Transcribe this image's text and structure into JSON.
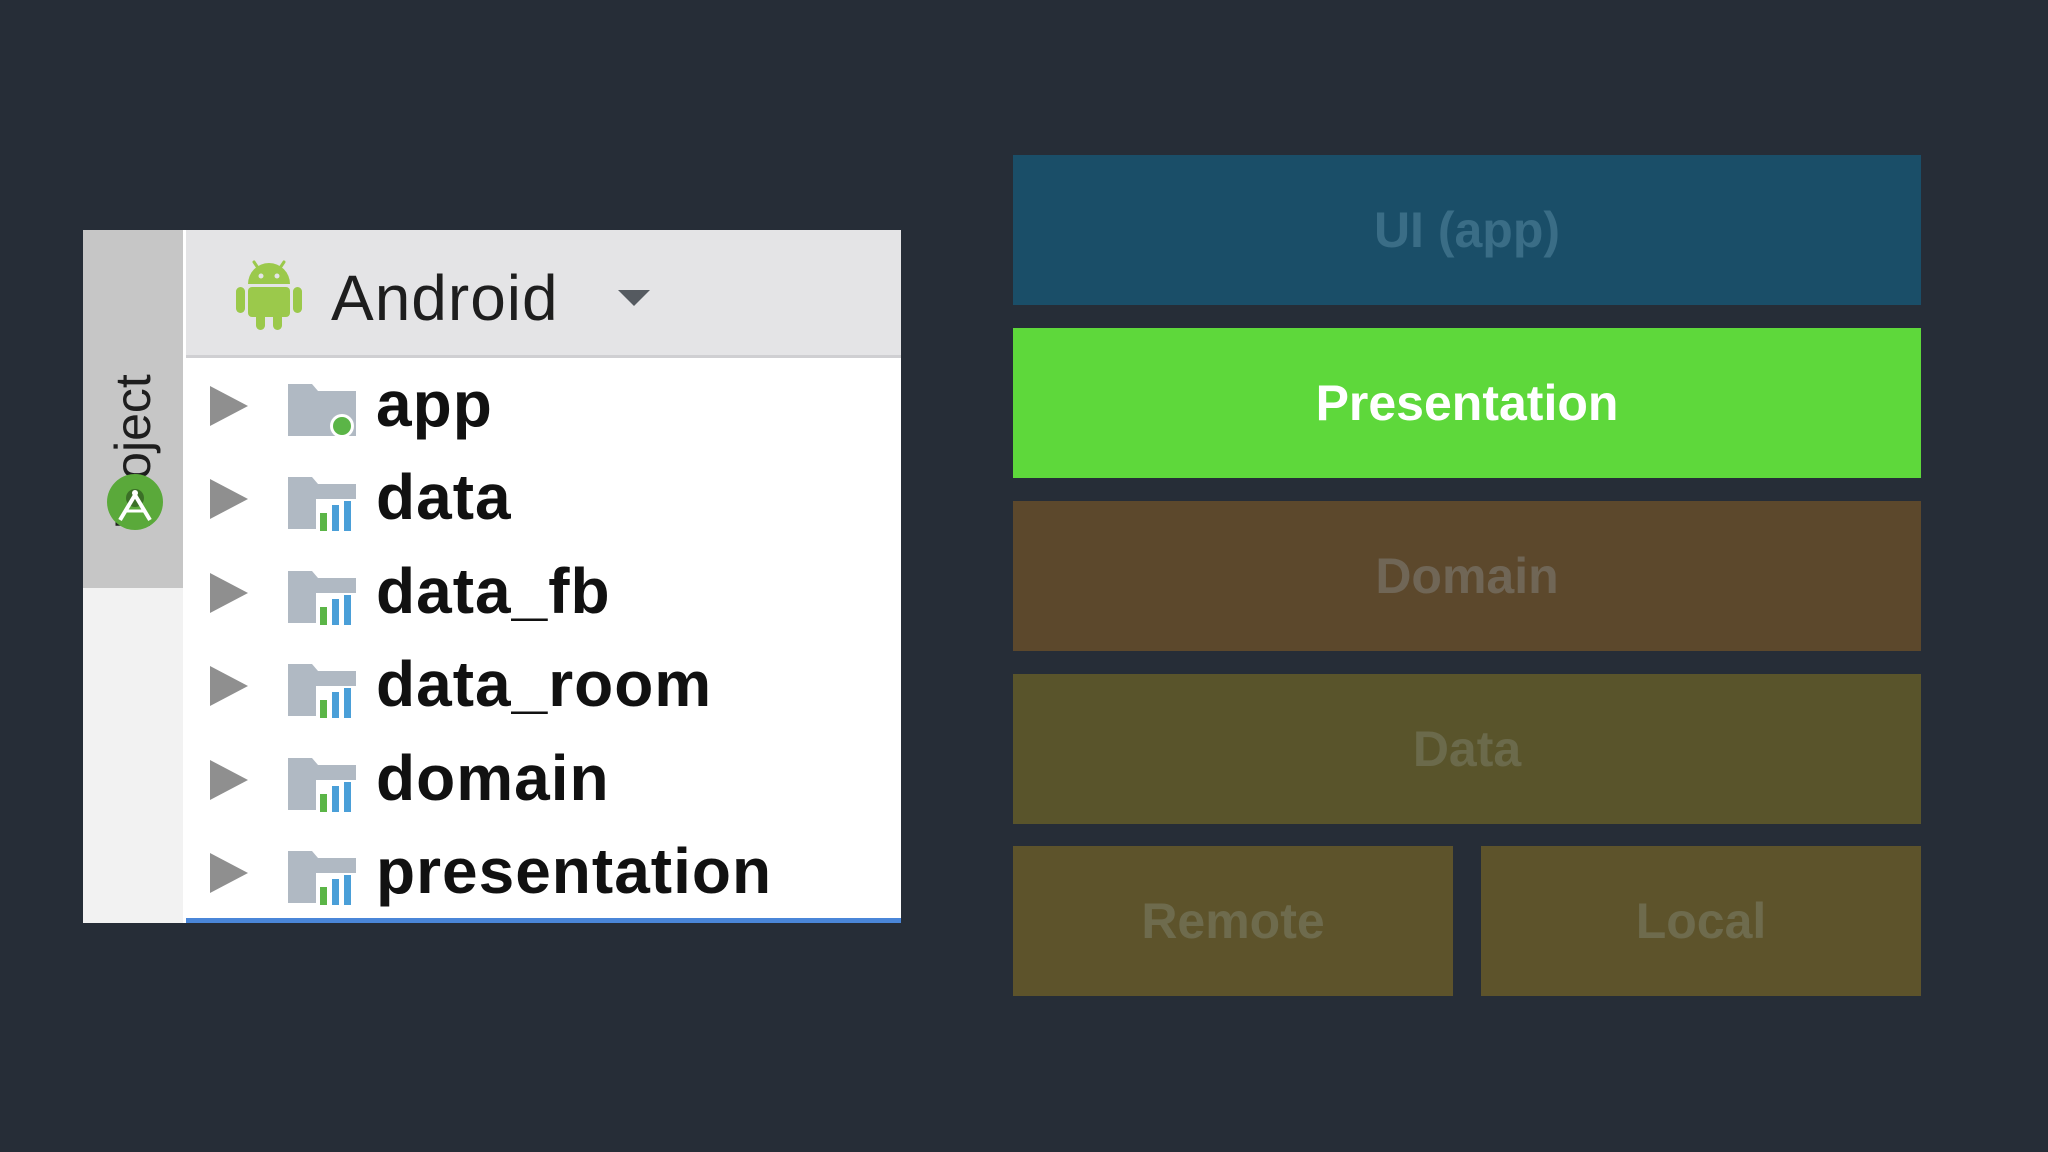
{
  "project_panel": {
    "side_tab_label": "Project",
    "header_title": "Android",
    "modules": [
      "app",
      "data",
      "data_fb",
      "data_room",
      "domain",
      "presentation"
    ]
  },
  "layers": {
    "ui": "UI (app)",
    "presentation": "Presentation",
    "domain": "Domain",
    "data": "Data",
    "remote": "Remote",
    "local": "Local"
  },
  "colors": {
    "background": "#262d37",
    "ui_layer": "#1a4e68",
    "presentation_layer": "#5ed83b",
    "domain_layer": "#5c482c",
    "data_layer": "#59542b",
    "source_layers": "#5d532b",
    "android_green": "#9bc94b"
  },
  "icons": {
    "module_app": "folder-with-green-dot-icon",
    "module_lib": "library-folder-icon",
    "expand": "triangle-right-icon"
  }
}
